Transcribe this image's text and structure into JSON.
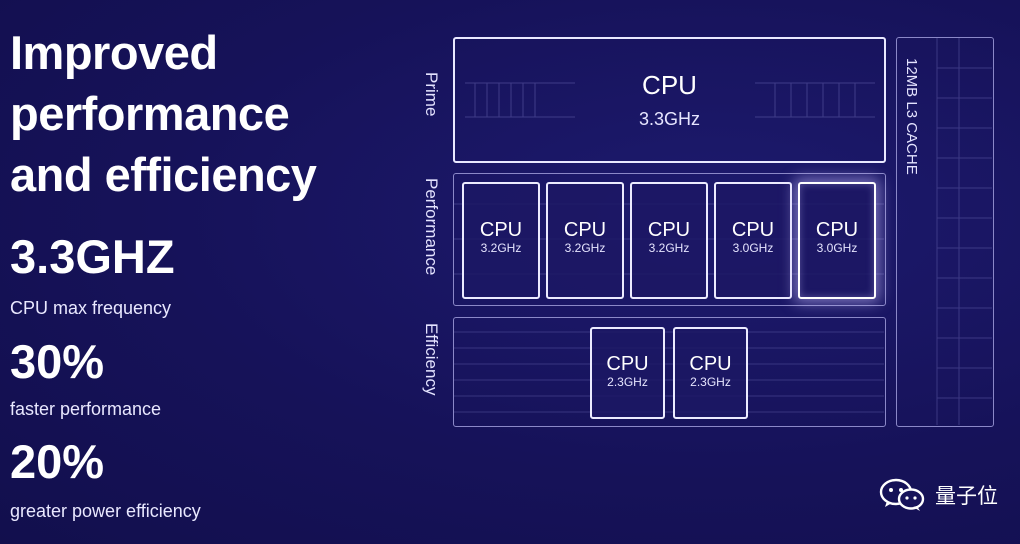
{
  "headline": {
    "line1": "Improved",
    "line2": "performance",
    "line3": "and efficiency"
  },
  "stats": [
    {
      "value": "3.3GHZ",
      "label": "CPU max frequency"
    },
    {
      "value": "30%",
      "label": "faster performance"
    },
    {
      "value": "20%",
      "label": "greater power efficiency"
    }
  ],
  "diagram": {
    "prime": {
      "row_label": "Prime",
      "core": {
        "name": "CPU",
        "freq": "3.3GHz"
      }
    },
    "performance": {
      "row_label": "Performance",
      "cores": [
        {
          "name": "CPU",
          "freq": "3.2GHz"
        },
        {
          "name": "CPU",
          "freq": "3.2GHz"
        },
        {
          "name": "CPU",
          "freq": "3.2GHz"
        },
        {
          "name": "CPU",
          "freq": "3.0GHz"
        },
        {
          "name": "CPU",
          "freq": "3.0GHz"
        }
      ]
    },
    "efficiency": {
      "row_label": "Efficiency",
      "cores": [
        {
          "name": "CPU",
          "freq": "2.3GHz"
        },
        {
          "name": "CPU",
          "freq": "2.3GHz"
        }
      ]
    },
    "cache": {
      "label": "12MB L3 CACHE"
    }
  },
  "watermark": {
    "text": "量子位",
    "icon": "wechat-icon"
  },
  "colors": {
    "background": "#17135a",
    "text": "#ffffff",
    "outline": "#e9e8ff",
    "glow": "#c8beff"
  }
}
